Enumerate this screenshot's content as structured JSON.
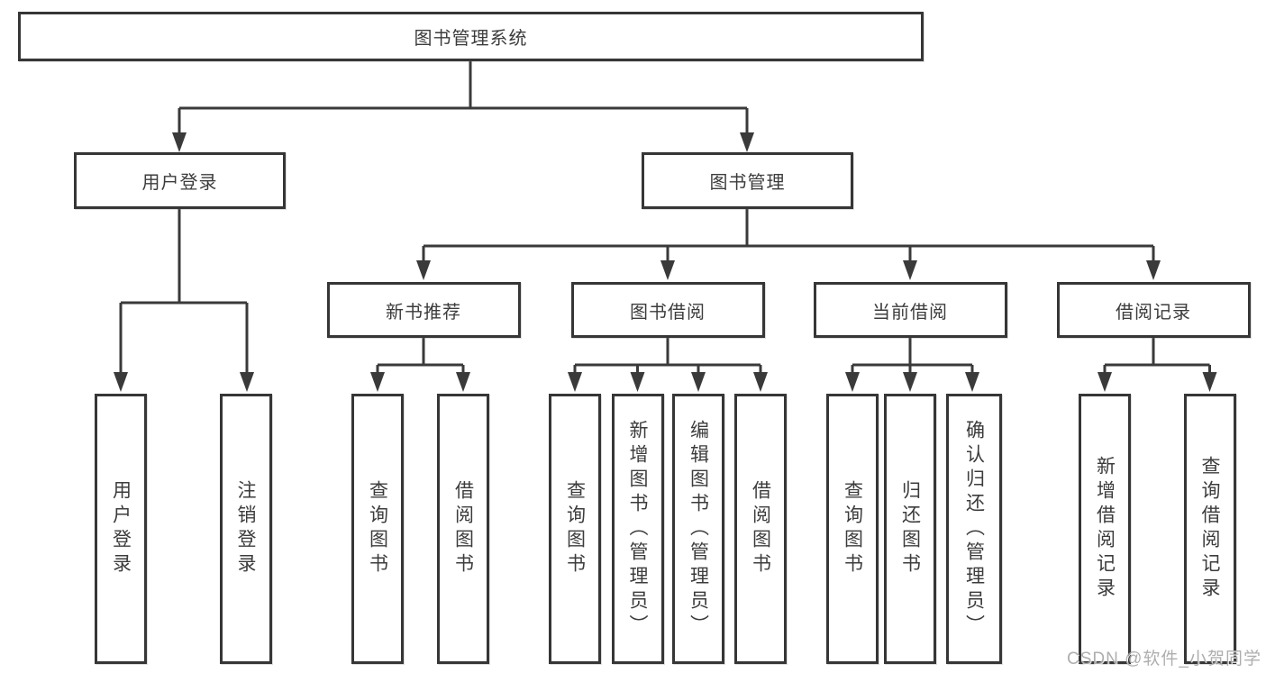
{
  "tree": {
    "root": {
      "label": "图书管理系统"
    },
    "branches": [
      {
        "label": "用户登录",
        "children": [
          {
            "label": "用户登录"
          },
          {
            "label": "注销登录"
          }
        ]
      },
      {
        "label": "图书管理",
        "children": [
          {
            "label": "新书推荐",
            "children": [
              {
                "label": "查询图书"
              },
              {
                "label": "借阅图书"
              }
            ]
          },
          {
            "label": "图书借阅",
            "children": [
              {
                "label": "查询图书"
              },
              {
                "label": "新增图书（管理员）"
              },
              {
                "label": "编辑图书（管理员）"
              },
              {
                "label": "借阅图书"
              }
            ]
          },
          {
            "label": "当前借阅",
            "children": [
              {
                "label": "查询图书"
              },
              {
                "label": "归还图书"
              },
              {
                "label": "确认归还（管理员）"
              }
            ]
          },
          {
            "label": "借阅记录",
            "children": [
              {
                "label": "新增借阅记录"
              },
              {
                "label": "查询借阅记录"
              }
            ]
          }
        ]
      }
    ]
  },
  "watermark": {
    "text": "CSDN @软件_小贺同学"
  },
  "colors": {
    "line": "#3a3a3a",
    "border": "#363636",
    "text": "#3c3c3c",
    "watermark": "#a5a5a5",
    "background": "#ffffff"
  }
}
